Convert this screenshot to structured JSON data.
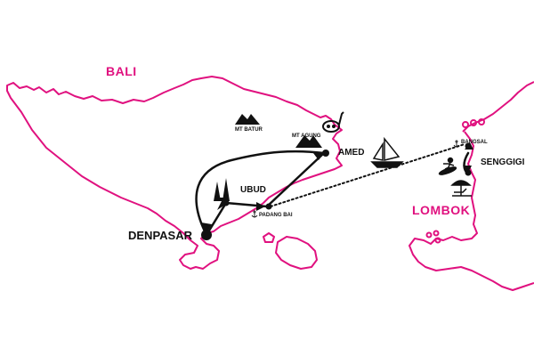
{
  "regions": {
    "bali": "BALI",
    "lombok": "LOMBOK"
  },
  "places": {
    "denpasar": "DENPASAR",
    "ubud": "UBUD",
    "amed": "AMED",
    "padang_bai": "PADANG BAI",
    "mt_batur": "MT BATUR",
    "mt_agung": "MT AGUNG",
    "bangsal": "BANGSAL",
    "senggigi": "SENGGIGI"
  },
  "colors": {
    "coastline": "#e0117f",
    "route": "#111111",
    "background": "#ffffff"
  },
  "icons": {
    "temple": "temple-icon",
    "mountain": "mountain-icon",
    "snorkel": "snorkel-mask-icon",
    "sailboat": "sailboat-icon",
    "surfer": "surfer-icon",
    "beach": "beach-umbrella-icon",
    "anchor": "anchor-icon"
  }
}
